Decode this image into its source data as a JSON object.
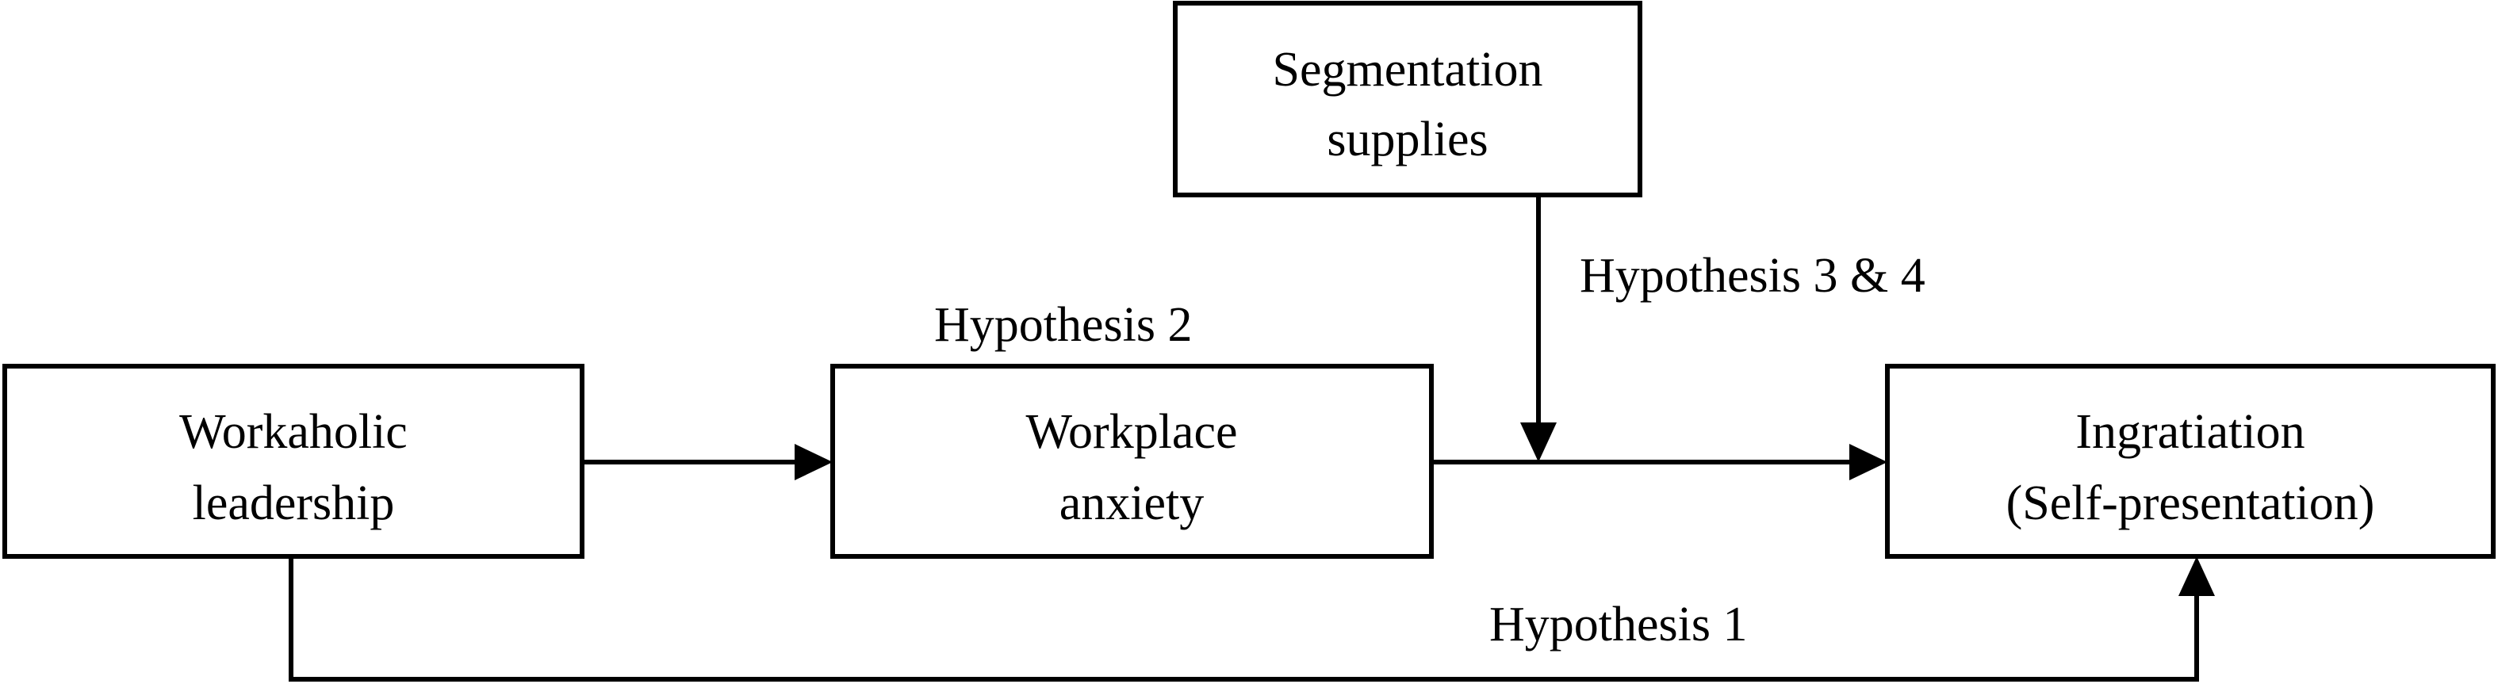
{
  "boxes": {
    "workaholic": {
      "line1": "Workaholic",
      "line2": "leadership"
    },
    "anxiety": {
      "line1": "Workplace",
      "line2": "anxiety"
    },
    "ingratiation": {
      "line1": "Ingratiation",
      "line2": "(Self-presentation)"
    },
    "segmentation": {
      "line1": "Segmentation",
      "line2": "supplies"
    }
  },
  "hypotheses": {
    "h1": "Hypothesis 1",
    "h2": "Hypothesis 2",
    "h34": "Hypothesis 3 & 4"
  }
}
